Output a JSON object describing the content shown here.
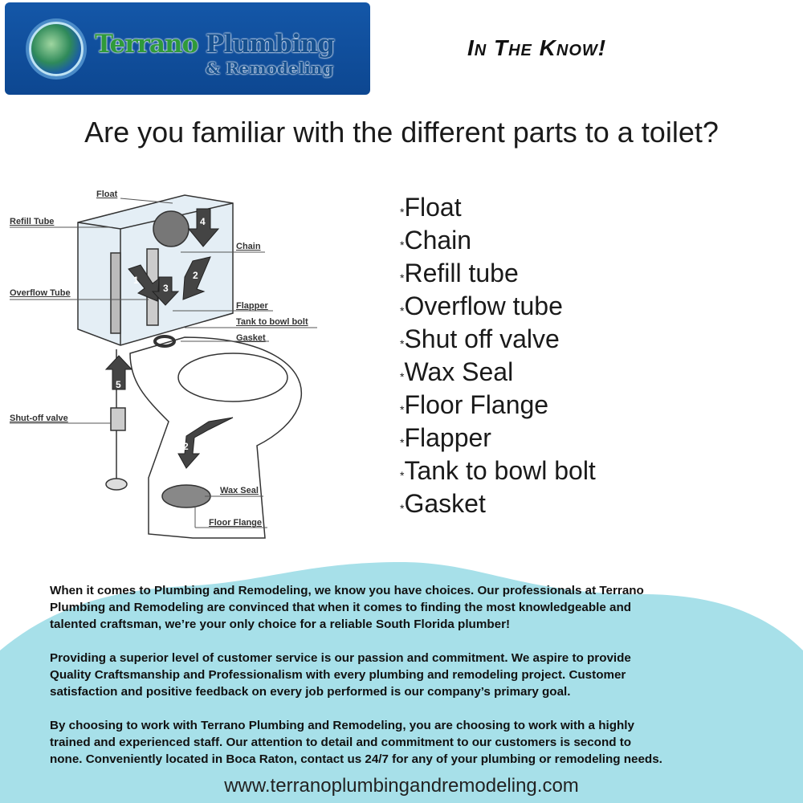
{
  "logo": {
    "word1": "Terrano",
    "word2": "Plumbing",
    "word3": "& Remodeling"
  },
  "tagline": "In The Know!",
  "title": "Are you familiar with the different parts to a toilet?",
  "parts": [
    "Float",
    "Chain",
    "Refill tube",
    "Overflow tube",
    "Shut off valve",
    "Wax Seal",
    "Floor Flange",
    "Flapper",
    "Tank to bowl bolt",
    "Gasket"
  ],
  "diagram": {
    "labels": {
      "float": "Float",
      "refill_tube": "Refill Tube",
      "chain": "Chain",
      "overflow_tube": "Overflow Tube",
      "flapper": "Flapper",
      "tank_bolt": "Tank to bowl bolt",
      "gasket": "Gasket",
      "shutoff": "Shut-off valve",
      "wax_seal": "Wax Seal",
      "floor_flange": "Floor Flange"
    },
    "arrows": [
      "1",
      "2",
      "3",
      "4",
      "5",
      "2"
    ]
  },
  "paragraphs": [
    [
      "When it comes to Plumbing and Remodeling, we know you have choices. Our professionals at Terrano",
      "Plumbing and Remodeling are convinced that when it comes to finding the most knowledgeable and",
      "talented craftsman, we’re your only choice for a reliable South Florida plumber!"
    ],
    [
      "Providing a superior level of customer service is our passion and commitment. We aspire to provide",
      "Quality Craftsmanship and Professionalism with every plumbing and remodeling project. Customer",
      "satisfaction and positive feedback on every job performed is our company’s primary goal."
    ],
    [
      "By choosing to work with Terrano Plumbing and Remodeling, you are choosing to work with a highly",
      "trained and experienced staff. Our attention to detail and commitment to our customers is second to",
      "none. Conveniently located in Boca Raton, contact us 24/7 for any of your plumbing or remodeling needs."
    ]
  ],
  "url": "www.terranoplumbingandremodeling.com",
  "colors": {
    "logo_bg": "#1457a8",
    "wave": "#a7e0e9"
  }
}
